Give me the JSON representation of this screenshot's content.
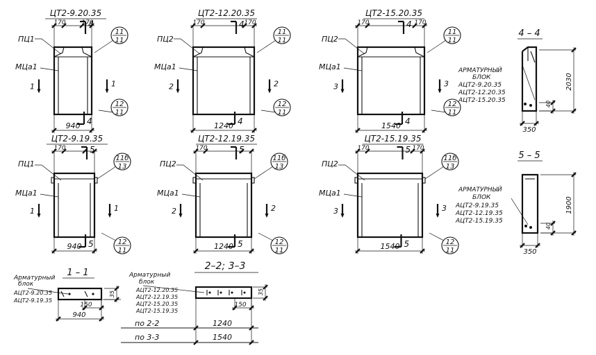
{
  "colors": {
    "ink": "#111111",
    "paper": "#ffffff"
  },
  "frames": [
    {
      "title": "ЦТ2-9.20.35",
      "width": "940",
      "left_mark": "ПЦ1",
      "side_mark": "МЦа1",
      "top_dims": [
        "170",
        "170"
      ],
      "section": "1",
      "top_section": "4",
      "bottom_section": "4",
      "callout_top": [
        "11",
        "11"
      ],
      "callout_bottom": [
        "12",
        "11"
      ]
    },
    {
      "title": "ЦТ2-12.20.35",
      "width": "1240",
      "left_mark": "ПЦ2",
      "side_mark": "МЦа1",
      "top_dims": [
        "170",
        "170"
      ],
      "section": "2",
      "top_section": "4",
      "bottom_section": "4",
      "callout_top": [
        "11",
        "11"
      ],
      "callout_bottom": [
        "12",
        "11"
      ]
    },
    {
      "title": "ЦТ2-15.20.35",
      "width": "1540",
      "left_mark": "ПЦ2",
      "side_mark": "МЦа1",
      "top_dims": [
        "170",
        "170"
      ],
      "section": "3",
      "top_section": "4",
      "bottom_section": "4",
      "callout_top": [
        "11",
        "11"
      ],
      "callout_bottom": [
        "12",
        "11"
      ]
    },
    {
      "title": "ЦТ2-9.19.35",
      "width": "940",
      "left_mark": "ПЦ1",
      "side_mark": "МЦа1",
      "top_dims": [
        "170"
      ],
      "section": "1",
      "top_section": "5",
      "bottom_section": "5",
      "callout_top": [
        "11б",
        "13"
      ],
      "callout_bottom": [
        "12",
        "11"
      ]
    },
    {
      "title": "ЦТ2-12.19.35",
      "width": "1240",
      "left_mark": "ПЦ2",
      "side_mark": "МЦа1",
      "top_dims": [
        "170"
      ],
      "section": "2",
      "top_section": "5",
      "bottom_section": "5",
      "callout_top": [
        "11б",
        "13"
      ],
      "callout_bottom": [
        "12",
        "11"
      ]
    },
    {
      "title": "ЦТ2-15.19.35",
      "width": "1540",
      "left_mark": "ПЦ2",
      "side_mark": "МЦа1",
      "top_dims": [
        "170",
        "170"
      ],
      "section": "3",
      "top_section": "5",
      "bottom_section": "5",
      "callout_top": [
        "11б",
        "13"
      ],
      "callout_bottom": [
        "12",
        "11"
      ]
    }
  ],
  "section_44": {
    "title": "4 – 4",
    "label1": "АРМАТУРНЫЙ",
    "label2": "БЛОК",
    "blocks": [
      "АЦТ2-9.20.35",
      "АЦТ2-12.20.35",
      "АЦТ2-15.20.35"
    ],
    "height": "2030",
    "small": "40",
    "width": "350"
  },
  "section_55": {
    "title": "5 – 5",
    "label1": "АРМАТУРНЫЙ",
    "label2": "БЛОК",
    "blocks": [
      "АЦТ2-9.19.35",
      "АЦТ2-12.19.35",
      "АЦТ2-15.19.35"
    ],
    "height": "1900",
    "small": "40",
    "width": "350"
  },
  "section_11": {
    "title": "1 – 1",
    "label1": "Арматурный",
    "label2": "блок",
    "blocks": [
      "АЦТ2-9.20.35",
      "АЦТ2-9.19.35"
    ],
    "height": "35",
    "inner": "150",
    "width": "940"
  },
  "section_2233": {
    "title": "2–2; 3–3",
    "label1": "Арматурный",
    "label2": "блок",
    "blocks": [
      "АЦТ2-12.20.35",
      "АЦТ2-12.19.35",
      "АЦТ2-15.20.35",
      "АЦТ2-15.19.35"
    ],
    "height": "35",
    "inner": "150",
    "rows": [
      {
        "label": "по 2-2",
        "value": "1240"
      },
      {
        "label": "по 3-3",
        "value": "1540"
      }
    ]
  }
}
